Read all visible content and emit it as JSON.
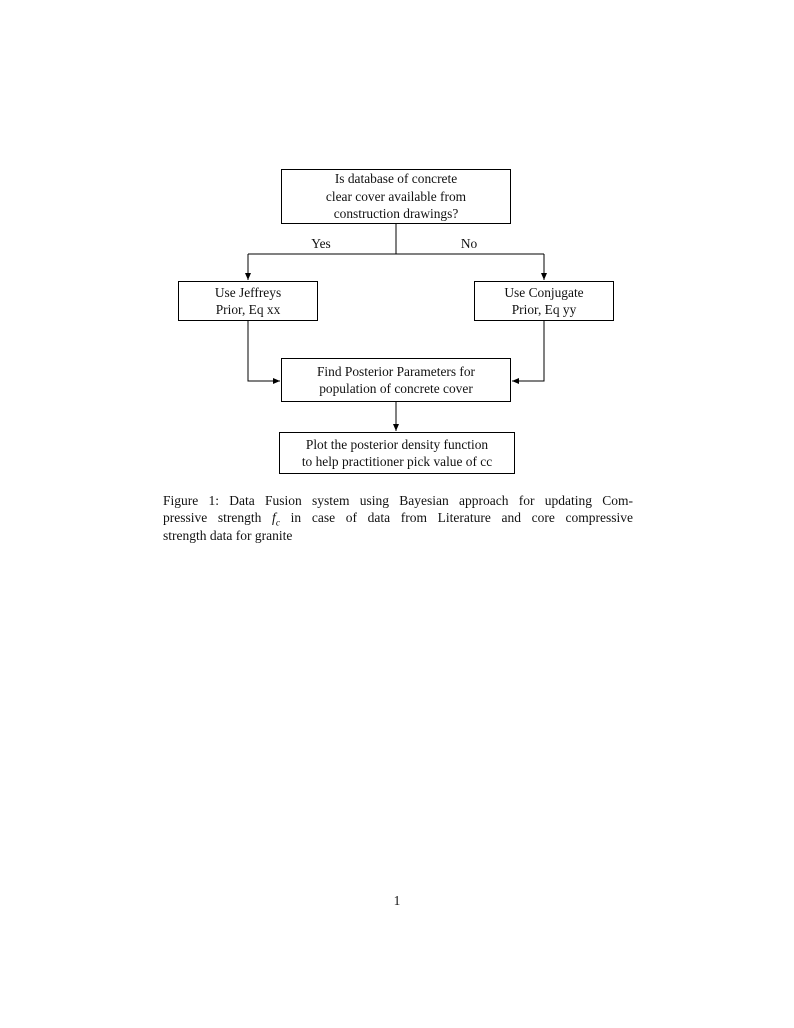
{
  "page": {
    "number": "1"
  },
  "colors": {
    "ink": "#000000",
    "paper": "#ffffff"
  },
  "flowchart": {
    "nodes": {
      "question": {
        "lines": [
          "Is database of concrete",
          "clear cover available from",
          "construction drawings?"
        ]
      },
      "jeffreys": {
        "lines": [
          "Use Jeffreys",
          "Prior, Eq xx"
        ]
      },
      "conjugate": {
        "lines": [
          "Use Conjugate",
          "Prior, Eq yy"
        ]
      },
      "posterior": {
        "lines": [
          "Find Posterior Parameters for",
          "population of concrete cover"
        ]
      },
      "plot": {
        "lines": [
          "Plot the posterior density function",
          "to help practitioner pick value of cc"
        ]
      }
    },
    "edge_labels": {
      "yes": "Yes",
      "no": "No"
    }
  },
  "caption": {
    "line1": "Figure 1: Data Fusion system using Bayesian approach for updating Com-",
    "line2_pre": "pressive strength ",
    "line2_var": "f",
    "line2_sub": "c",
    "line2_post": " in case of data from Literature and core compressive",
    "line3": "strength data for granite"
  }
}
